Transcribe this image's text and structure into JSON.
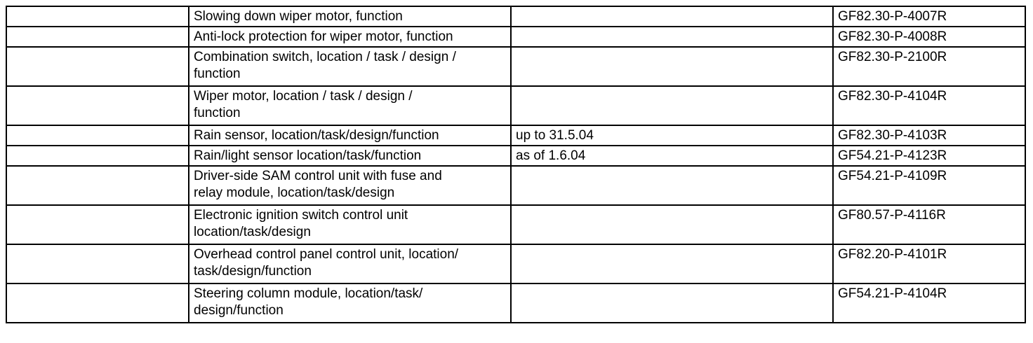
{
  "table": {
    "rows": [
      {
        "blank": "",
        "description": "Slowing down wiper motor, function",
        "validity": "",
        "document": "GF82.30-P-4007R"
      },
      {
        "blank": "",
        "description": "Anti-lock protection for wiper motor, function",
        "validity": "",
        "document": "GF82.30-P-4008R"
      },
      {
        "blank": "",
        "description": "Combination switch, location / task / design /\nfunction",
        "validity": "",
        "document": "GF82.30-P-2100R"
      },
      {
        "blank": "",
        "description": "Wiper motor, location / task / design /\nfunction",
        "validity": "",
        "document": "GF82.30-P-4104R"
      },
      {
        "blank": "",
        "description": "Rain sensor, location/task/design/function",
        "validity": "up to 31.5.04",
        "document": "GF82.30-P-4103R"
      },
      {
        "blank": "",
        "description": "Rain/light sensor location/task/function",
        "validity": "as of 1.6.04",
        "document": "GF54.21-P-4123R"
      },
      {
        "blank": "",
        "description": "Driver-side SAM control unit with fuse and\nrelay module, location/task/design",
        "validity": "",
        "document": "GF54.21-P-4109R"
      },
      {
        "blank": "",
        "description": "Electronic ignition switch control unit\nlocation/task/design",
        "validity": "",
        "document": "GF80.57-P-4116R"
      },
      {
        "blank": "",
        "description": "Overhead control panel control unit, location/\ntask/design/function",
        "validity": "",
        "document": "GF82.20-P-4101R"
      },
      {
        "blank": "",
        "description": "Steering column module, location/task/\ndesign/function",
        "validity": "",
        "document": "GF54.21-P-4104R"
      }
    ]
  }
}
